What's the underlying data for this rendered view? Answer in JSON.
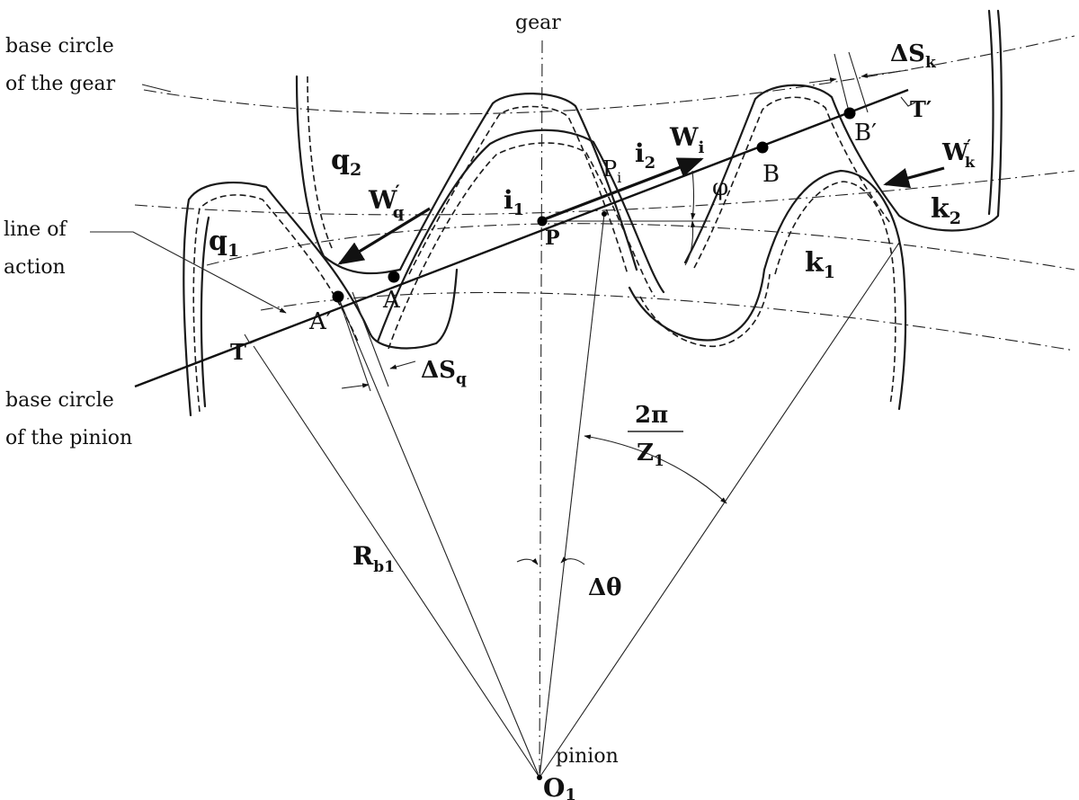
{
  "labels": {
    "gear": "gear",
    "pinion": "pinion",
    "base_circle_gear_1": "base circle",
    "base_circle_gear_2": "of the gear",
    "base_circle_pinion_1": "base circle",
    "base_circle_pinion_2": "of the pinion",
    "line_of_action_1": "line of",
    "line_of_action_2": "action",
    "q2": "q",
    "q2_sub": "2",
    "q1": "q",
    "q1_sub": "1",
    "k1": "k",
    "k1_sub": "1",
    "k2": "k",
    "k2_sub": "2",
    "Wq": "W",
    "Wq_sub": "q",
    "Wq_prime": "′",
    "Wi": "W",
    "Wi_sub": "i",
    "Wk": "W",
    "Wk_sub": "k",
    "Wk_prime": "′",
    "i1": "i",
    "i1_sub": "1",
    "i2": "i",
    "i2_sub": "2",
    "Pi": "P",
    "Pi_sub": "i",
    "P": "P",
    "phi": "φ",
    "A": "A",
    "A_prime": "A′",
    "B": "B",
    "B_prime": "B′",
    "T": "T",
    "T_prime": "T′",
    "dSq": "ΔS",
    "dSq_sub": "q",
    "dSk": "ΔS",
    "dSk_sub": "k",
    "two_pi": "2π",
    "Z1": "Z",
    "Z1_sub": "1",
    "Rb1": "R",
    "Rb1_sub": "b1",
    "dtheta": "Δθ",
    "O1": "O",
    "O1_sub": "1"
  }
}
